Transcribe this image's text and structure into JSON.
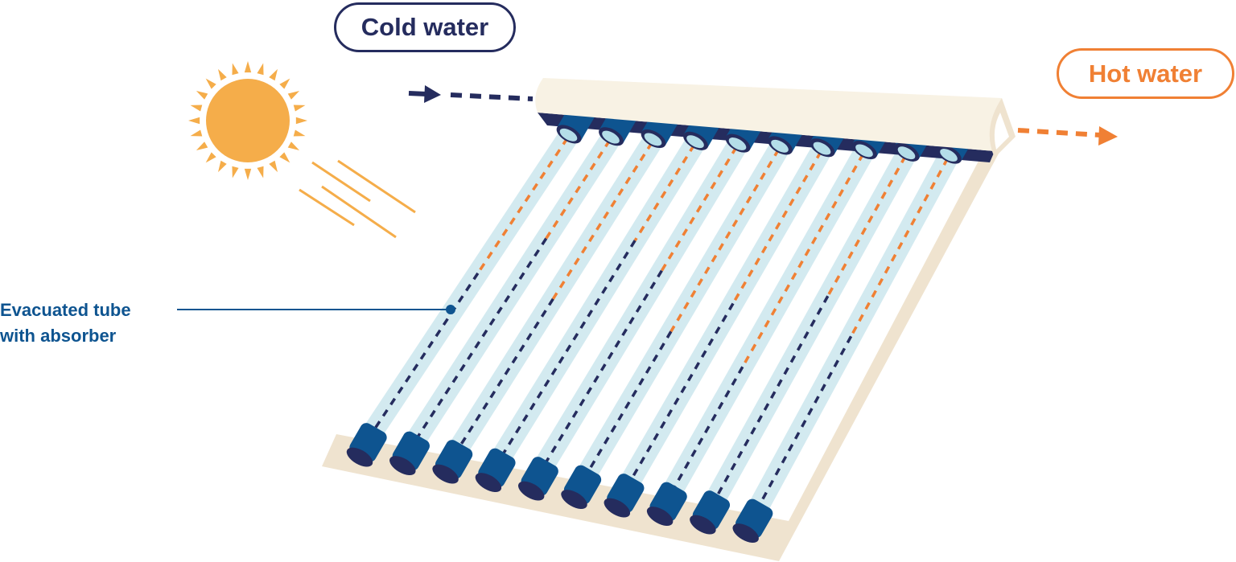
{
  "labels": {
    "cold_water": "Cold water",
    "hot_water": "Hot water",
    "tube_line1": "Evacuated tube",
    "tube_line2": "with absorber"
  },
  "tube_count": 10,
  "colors": {
    "navy": "#252c5e",
    "blue": "#0e5490",
    "glass": "#d3eaf0",
    "hot": "#f08034",
    "sun": "#f5ad4a",
    "manifold": "#f8f2e4",
    "frame": "#efe3cf"
  }
}
